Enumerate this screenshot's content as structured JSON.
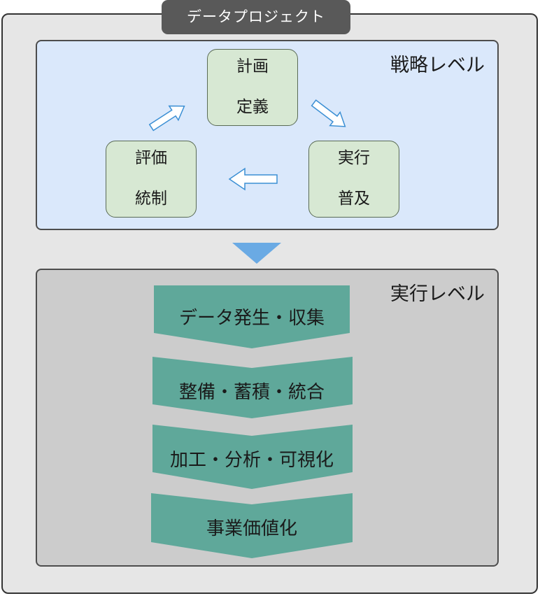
{
  "title": "データプロジェクト",
  "strategy": {
    "label": "戦略レベル",
    "nodes": {
      "plan": {
        "line1": "計画",
        "line2": "定義"
      },
      "execute": {
        "line1": "実行",
        "line2": "普及"
      },
      "evaluate": {
        "line1": "評価",
        "line2": "統制"
      }
    }
  },
  "execution": {
    "label": "実行レベル",
    "stages": [
      "データ発生・収集",
      "整備・蓄積・統合",
      "加工・分析・可視化",
      "事業価値化"
    ]
  },
  "colors": {
    "outer_bg": "#e6e6e6",
    "title_bg": "#595959",
    "strategy_bg": "#dae8fb",
    "execution_bg": "#cccccc",
    "node_bg": "#d7e8d3",
    "stage_fill": "#5fa89a",
    "connector_arrow": "#6aaae4",
    "cycle_arrow_stroke": "#3b8fd4"
  }
}
